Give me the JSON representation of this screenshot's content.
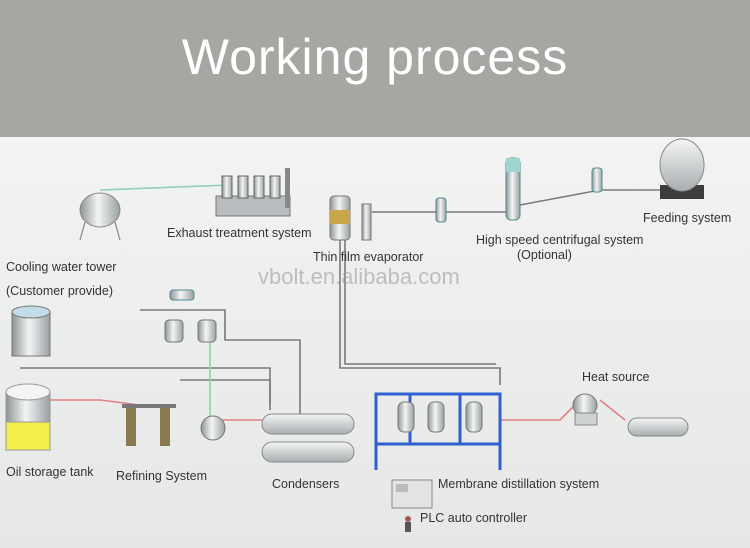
{
  "header": {
    "title": "Working process"
  },
  "watermark": "vbolt.en.alibaba.com",
  "labels": {
    "exhaust": "Exhaust treatment system",
    "thin_film": "Thin film evaporator",
    "centrifugal": "High speed centrifugal system",
    "centrifugal_note": "(Optional)",
    "feeding": "Feeding system",
    "cooling_tower": "Cooling water tower",
    "cooling_note": "(Customer provide)",
    "heat_source": "Heat source",
    "oil_tank": "Oil storage tank",
    "refining": "Refining System",
    "condensers": "Condensers",
    "membrane": "Membrane distillation system",
    "plc": "PLC auto controller"
  },
  "colors": {
    "banner": "#a5a7a3",
    "frame": "#2f5fd0",
    "tank_fill": "#f2ef4a",
    "pipe": "#7a7a7a"
  }
}
